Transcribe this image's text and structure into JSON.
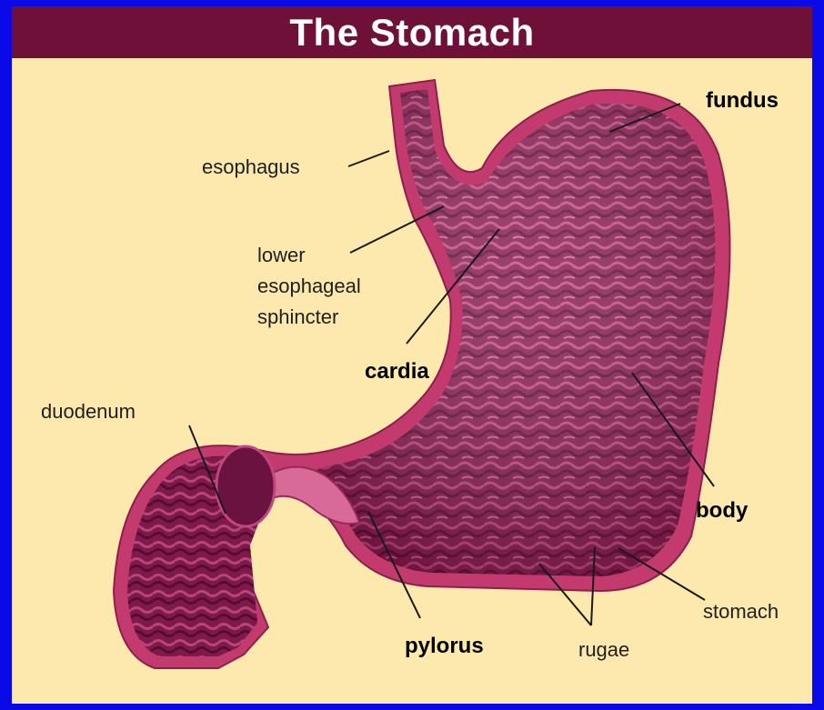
{
  "title": "The Stomach",
  "labels": {
    "esophagus": "esophagus",
    "les_line1": "lower",
    "les_line2": "esophageal",
    "les_line3": "sphincter",
    "duodenum": "duodenum",
    "fundus": "fundus",
    "cardia": "cardia",
    "body": "body",
    "pylorus": "pylorus",
    "rugae": "rugae",
    "stomach": "stomach"
  },
  "colors": {
    "background_border": "#0a0ae8",
    "panel": "#fde9ad",
    "title_bar": "#6e1038",
    "stomach_wall": "#c23a6e",
    "stomach_interior": "#7a1846"
  }
}
